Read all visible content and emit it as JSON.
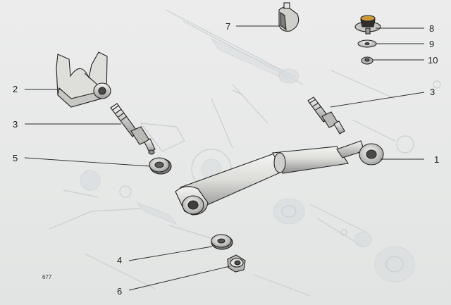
{
  "figure": {
    "number": "677"
  },
  "callouts": [
    {
      "id": "c1",
      "label": "1"
    },
    {
      "id": "c2",
      "label": "2"
    },
    {
      "id": "c3a",
      "label": "3"
    },
    {
      "id": "c3b",
      "label": "3"
    },
    {
      "id": "c4",
      "label": "4"
    },
    {
      "id": "c5",
      "label": "5"
    },
    {
      "id": "c6",
      "label": "6"
    },
    {
      "id": "c7",
      "label": "7"
    },
    {
      "id": "c8",
      "label": "8"
    },
    {
      "id": "c9",
      "label": "9"
    },
    {
      "id": "c10",
      "label": "10"
    }
  ],
  "colors": {
    "paper": "#e9ebea",
    "ink": "#222222",
    "ghost": "#c9ced1",
    "part_fill": "#d9d9d6"
  }
}
